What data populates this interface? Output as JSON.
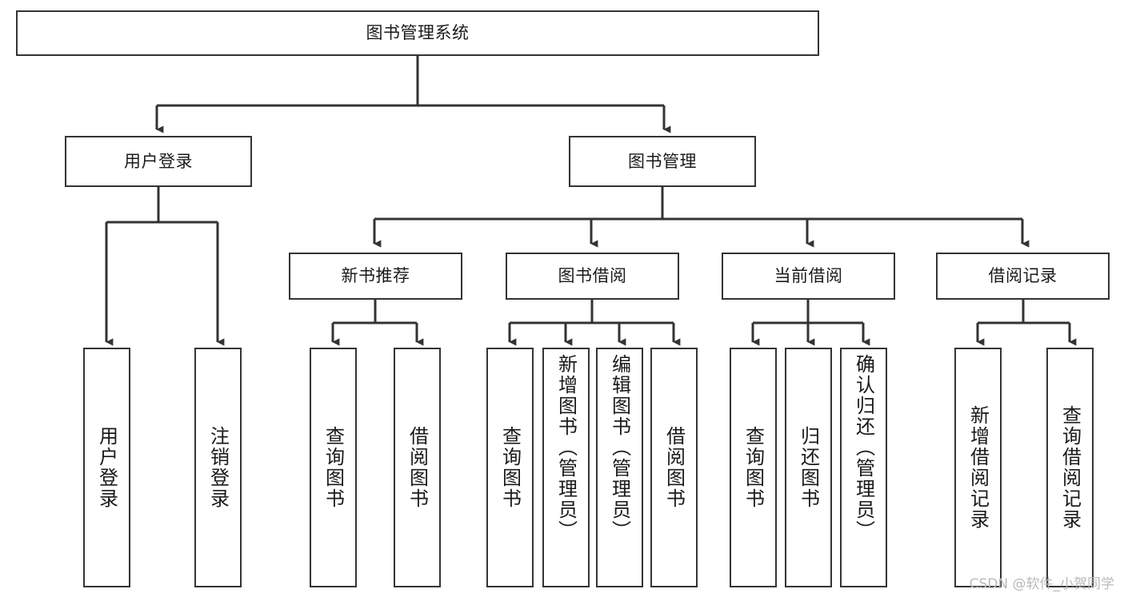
{
  "diagram": {
    "title": "图书管理系统",
    "type": "tree-hierarchy",
    "watermark": "CSDN @软件_小贺同学",
    "style": {
      "box_fill": "#ffffff",
      "box_stroke": "#333333",
      "edge_color": "#333333",
      "text_color": "#1a1a1a",
      "background": "#ffffff",
      "watermark_color": "#b9b9b9"
    },
    "nodes": {
      "root": {
        "label": "图书管理系统"
      },
      "level2": [
        {
          "id": "user_login",
          "label": "用户登录"
        },
        {
          "id": "book_manage",
          "label": "图书管理"
        }
      ],
      "level3": [
        {
          "id": "new_book_rec",
          "label": "新书推荐"
        },
        {
          "id": "book_borrow",
          "label": "图书借阅"
        },
        {
          "id": "current_borrow",
          "label": "当前借阅"
        },
        {
          "id": "borrow_record",
          "label": "借阅记录"
        }
      ],
      "leaves": {
        "user_login": [
          {
            "id": "leaf_user_login",
            "label": "用户登录"
          },
          {
            "id": "leaf_logout",
            "label": "注销登录"
          }
        ],
        "new_book_rec": [
          {
            "id": "leaf_query_book_1",
            "label": "查询图书"
          },
          {
            "id": "leaf_borrow_book_1",
            "label": "借阅图书"
          }
        ],
        "book_borrow": [
          {
            "id": "leaf_query_book_2",
            "label": "查询图书"
          },
          {
            "id": "leaf_add_book",
            "label": "新增图书（管理员）"
          },
          {
            "id": "leaf_edit_book",
            "label": "编辑图书（管理员）"
          },
          {
            "id": "leaf_borrow_book_2",
            "label": "借阅图书"
          }
        ],
        "current_borrow": [
          {
            "id": "leaf_query_book_3",
            "label": "查询图书"
          },
          {
            "id": "leaf_return_book",
            "label": "归还图书"
          },
          {
            "id": "leaf_confirm_return",
            "label": "确认归还（管理员）"
          }
        ],
        "borrow_record": [
          {
            "id": "leaf_add_record",
            "label": "新增借阅记录"
          },
          {
            "id": "leaf_query_record",
            "label": "查询借阅记录"
          }
        ]
      }
    }
  }
}
